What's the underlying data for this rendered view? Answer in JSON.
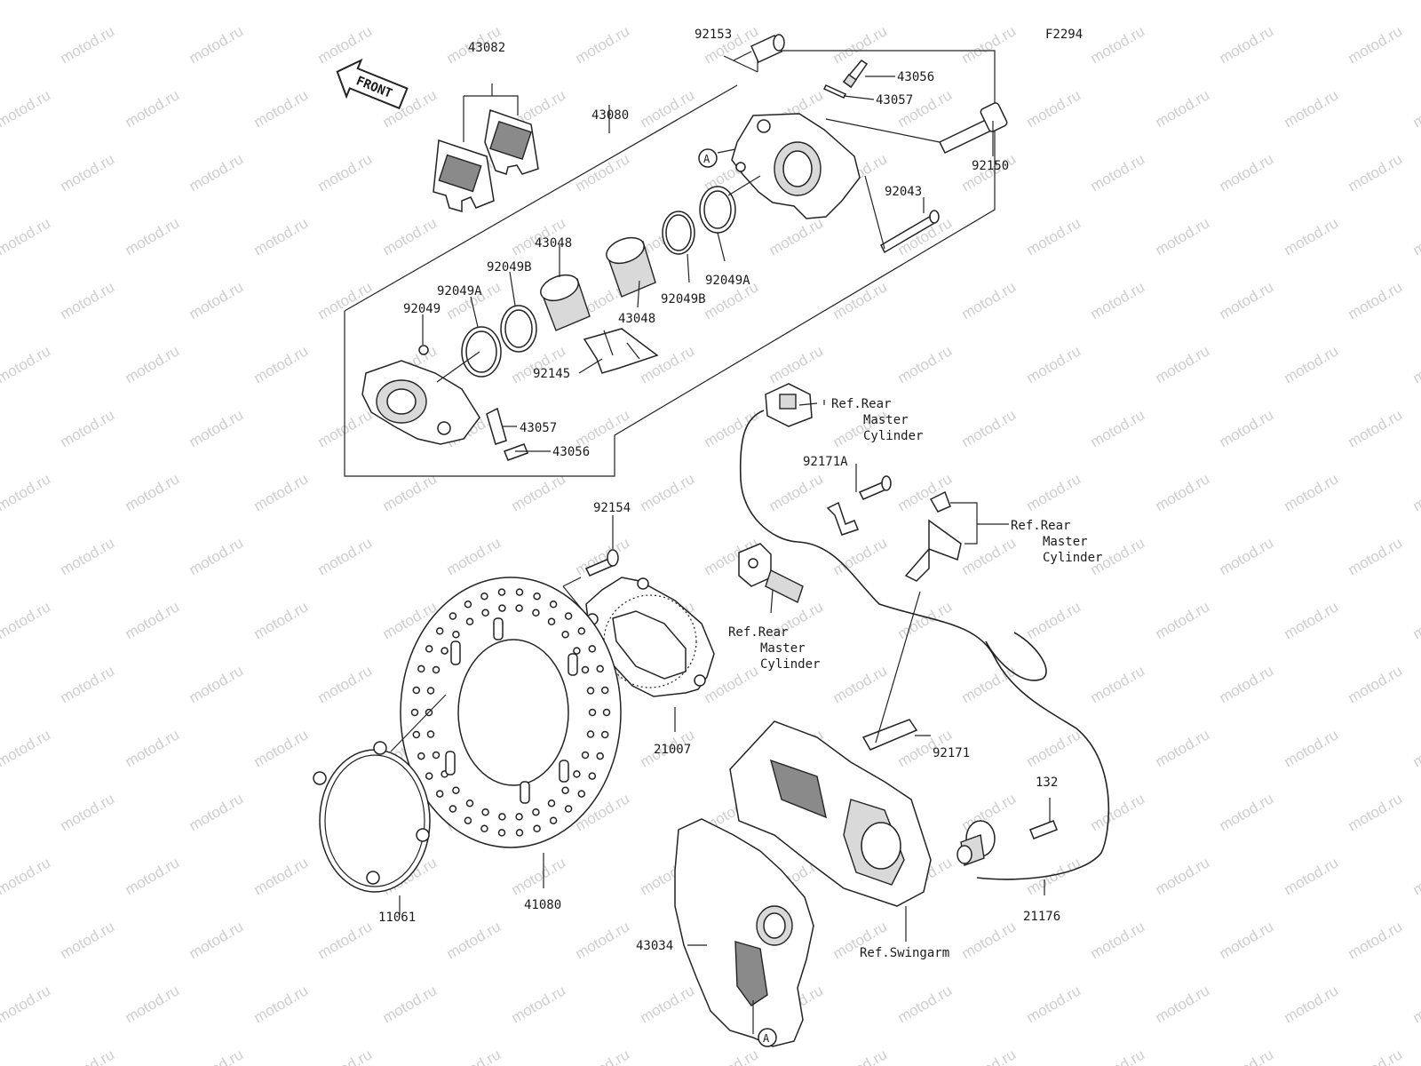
{
  "diagram": {
    "figure_code": "F2294",
    "front_arrow_text": "FRONT",
    "watermark": "motod.ru",
    "callout_marker": "A",
    "parts": {
      "p92153": "92153",
      "p43056a": "43056",
      "p43057a": "43057",
      "p43082": "43082",
      "p43080": "43080",
      "p92150": "92150",
      "p92043": "92043",
      "p43048a": "43048",
      "p92049Ba": "92049B",
      "p92049Aa": "92049A",
      "p92049": "92049",
      "p43048b": "43048",
      "p92049Bb": "92049B",
      "p92049Ab": "92049A",
      "p92145": "92145",
      "p43057b": "43057",
      "p43056b": "43056",
      "p92154": "92154",
      "p92171A": "92171A",
      "p21007": "21007",
      "p92171": "92171",
      "p132": "132",
      "p21176": "21176",
      "p11061": "11061",
      "p41080": "41080",
      "p43034": "43034"
    },
    "refs": {
      "rear_master_1": [
        "Ref.Rear",
        "Master",
        "Cylinder"
      ],
      "rear_master_2": [
        "Ref.Rear",
        "Master",
        "Cylinder"
      ],
      "rear_master_3": [
        "Ref.Rear",
        "Master",
        "Cylinder"
      ],
      "swingarm": "Ref.Swingarm"
    }
  }
}
